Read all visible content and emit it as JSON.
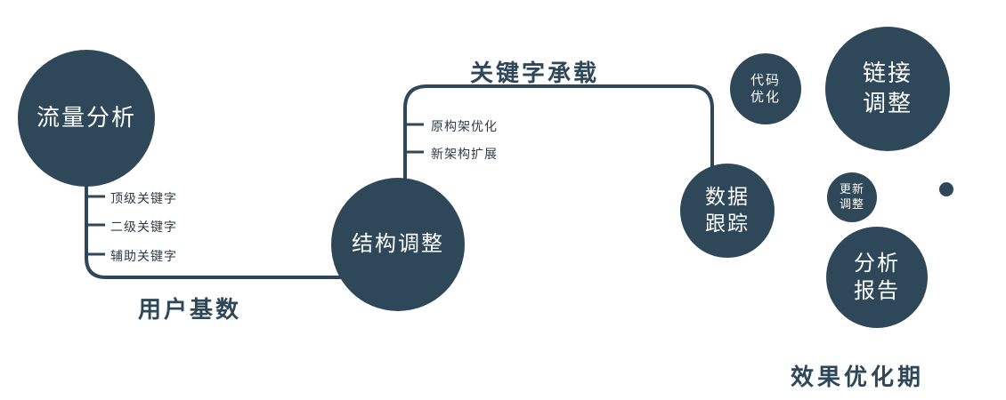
{
  "colors": {
    "primary": "#2e4759",
    "text": "#2e3b49"
  },
  "nodes": {
    "traffic": {
      "label": "流量分析"
    },
    "structure": {
      "label": "结构调整"
    },
    "data_tracking": {
      "line1": "数据",
      "line2": "跟踪"
    },
    "code_opt": {
      "line1": "代码",
      "line2": "优化"
    },
    "link_adjust": {
      "line1": "链接",
      "line2": "调整"
    },
    "update_adjust": {
      "line1": "更新",
      "line2": "调整"
    },
    "report": {
      "line1": "分析",
      "line2": "报告"
    }
  },
  "edges": {
    "user_base": "用户基数",
    "keyword_carry": "关键字承载"
  },
  "branches": {
    "left": [
      "顶级关键字",
      "二级关键字",
      "辅助关键字"
    ],
    "middle": [
      "原构架优化",
      "新架构扩展"
    ]
  },
  "footer": "效果优化期"
}
